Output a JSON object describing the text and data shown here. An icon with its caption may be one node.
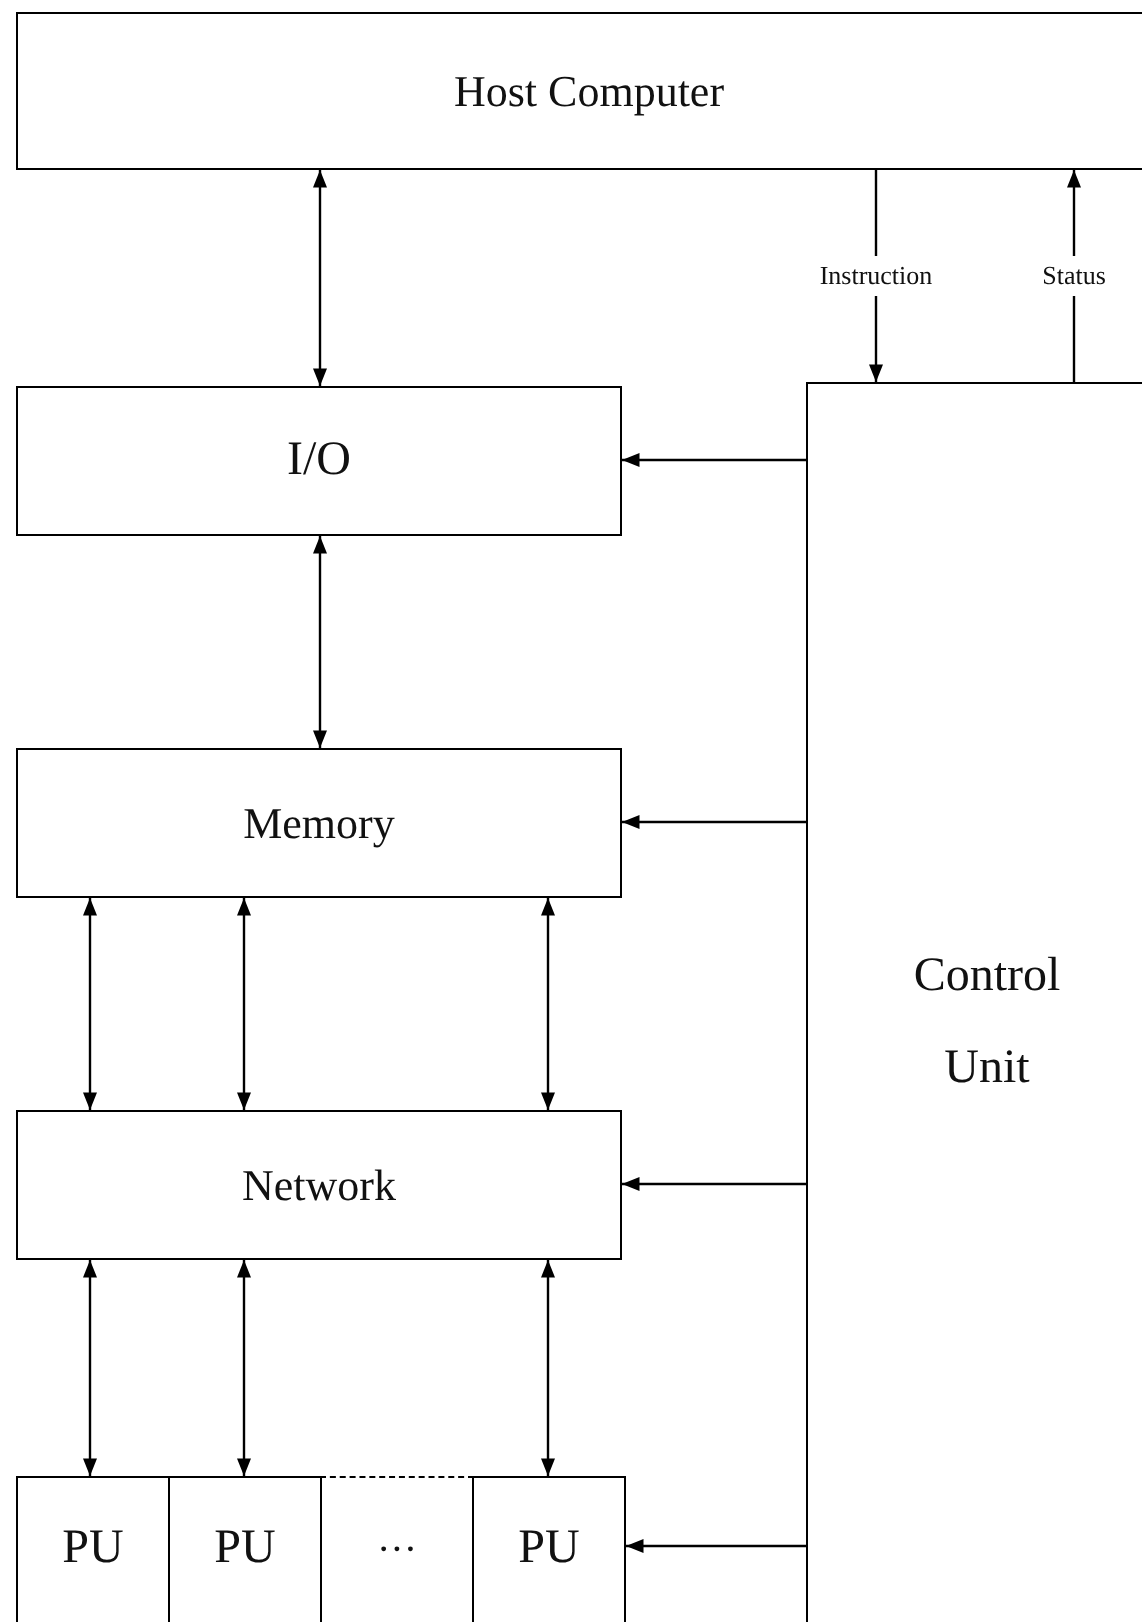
{
  "diagram": {
    "nodes": [
      {
        "text": [
          "Host Computer"
        ]
      },
      {
        "text": [
          "I/O"
        ]
      },
      {
        "text": [
          "Memory"
        ]
      },
      {
        "text": [
          "Network"
        ]
      },
      {
        "text": [
          "PU"
        ]
      },
      {
        "text": [
          "PU"
        ]
      },
      {
        "text": [
          "···"
        ]
      },
      {
        "text": [
          "PU"
        ]
      },
      {
        "text": [
          "Control Unit"
        ]
      }
    ],
    "edges": [
      {
        "from": 0,
        "to": 1,
        "arrow": "both"
      },
      {
        "from": 1,
        "to": 2,
        "arrow": "both"
      },
      {
        "from": 2,
        "to": 3,
        "arrow": "both"
      },
      {
        "from": 2,
        "to": 3,
        "arrow": "both"
      },
      {
        "from": 2,
        "to": 3,
        "arrow": "both"
      },
      {
        "from": 3,
        "to": 4,
        "arrow": "both"
      },
      {
        "from": 3,
        "to": 5,
        "arrow": "both"
      },
      {
        "from": 3,
        "to": 7,
        "arrow": "both"
      },
      {
        "from": 0,
        "to": 8,
        "arrow": "to",
        "label": "Instruction"
      },
      {
        "from": 8,
        "to": 0,
        "arrow": "to",
        "label": "Status"
      },
      {
        "from": 8,
        "to": 1,
        "arrow": "to"
      },
      {
        "from": 8,
        "to": 2,
        "arrow": "to"
      },
      {
        "from": 8,
        "to": 3,
        "arrow": "to"
      },
      {
        "from": 8,
        "to": 7,
        "arrow": "to"
      }
    ]
  }
}
